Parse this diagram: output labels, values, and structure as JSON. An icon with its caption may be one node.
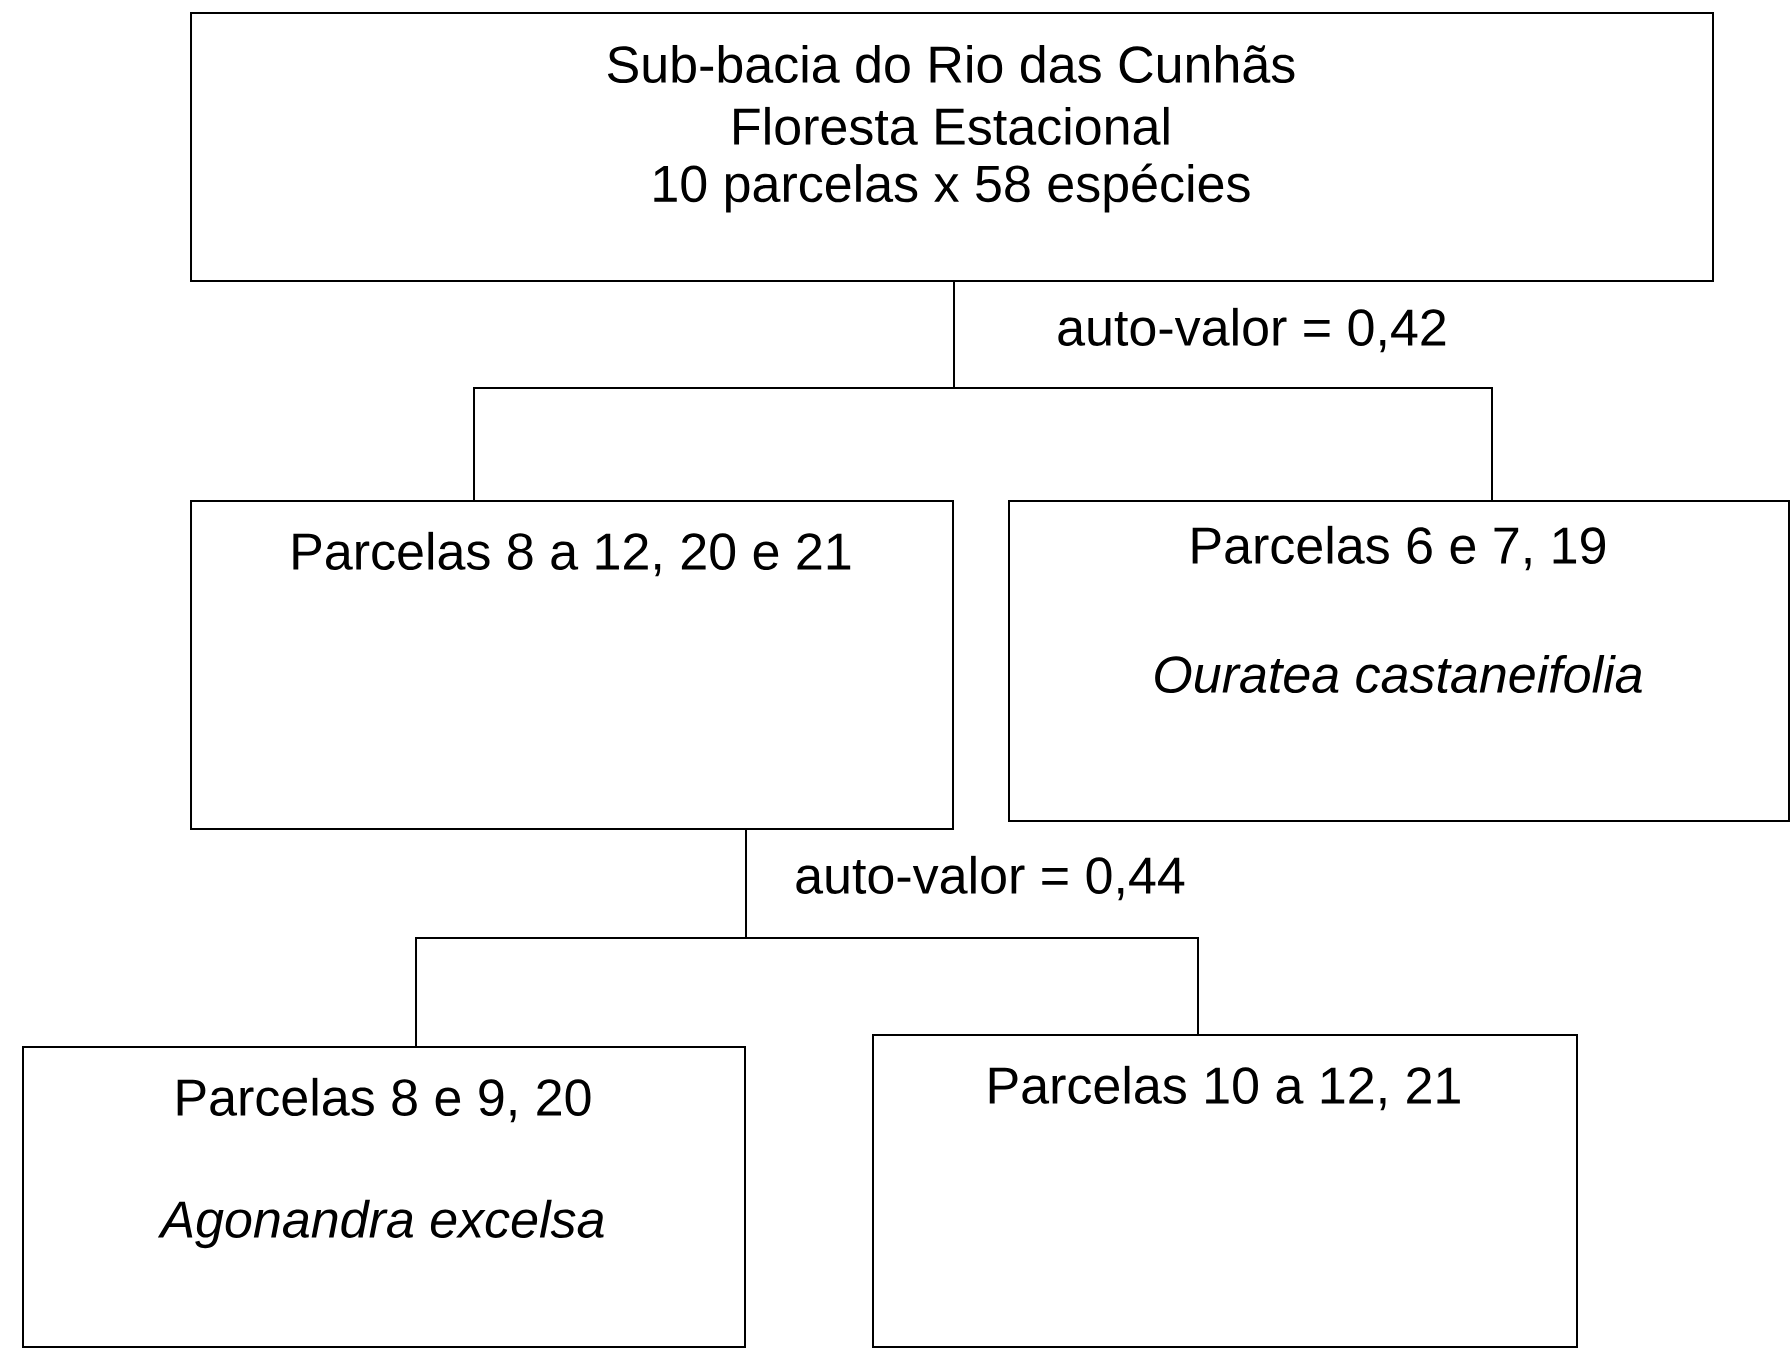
{
  "diagram": {
    "nodes": [
      {
        "text": [
          "Sub-bacia do Rio das Cunhãs",
          "Floresta Estacional",
          "10 parcelas x 58 espécies"
        ]
      },
      {
        "text": [
          "Parcelas 8 a 12, 20 e 21"
        ]
      },
      {
        "text": [
          "Parcelas 6 e 7, 19",
          "*Ouratea castaneifolia*"
        ]
      },
      {
        "text": [
          "Parcelas 8 e 9, 20",
          "*Agonandra excelsa*"
        ]
      },
      {
        "text": [
          "Parcelas 10 a 12, 21"
        ]
      }
    ],
    "edges": [
      {
        "from": 0,
        "to": 1,
        "arrow": "none"
      },
      {
        "from": 0,
        "to": 2,
        "arrow": "none",
        "label": "auto-valor = 0,42"
      },
      {
        "from": 1,
        "to": 3,
        "arrow": "none"
      },
      {
        "from": 1,
        "to": 4,
        "arrow": "none",
        "label": "auto-valor = 0,44"
      }
    ]
  }
}
